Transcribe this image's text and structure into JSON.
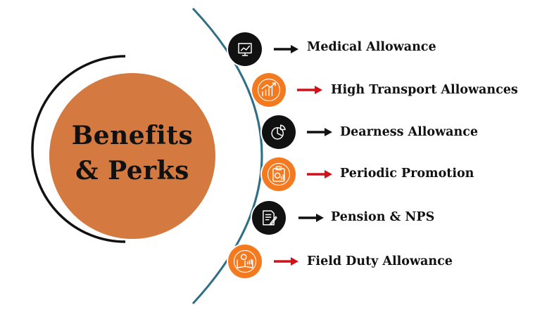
{
  "title": {
    "line1": "Benefits",
    "line2": "& Perks"
  },
  "colors": {
    "center_fill": "#D47A40",
    "center_ring": "#111111",
    "arc": "#2F6F86",
    "dark_node": "#111111",
    "orange_node": "#F47A20",
    "arrow_black": "#111111",
    "arrow_red": "#D0101A"
  },
  "items": [
    {
      "label": "Medical  Allowance",
      "icon": "presentation-chart-icon",
      "node_style": "dark",
      "arrow_color": "black"
    },
    {
      "label": "High Transport Allowances",
      "icon": "growth-chart-icon",
      "node_style": "orange",
      "arrow_color": "red"
    },
    {
      "label": "Dearness Allowance",
      "icon": "pie-chart-icon",
      "node_style": "dark",
      "arrow_color": "black"
    },
    {
      "label": "Periodic Promotion",
      "icon": "clipboard-money-icon",
      "node_style": "orange",
      "arrow_color": "red"
    },
    {
      "label": "Pension & NPS",
      "icon": "document-pen-icon",
      "node_style": "dark",
      "arrow_color": "black"
    },
    {
      "label": "Field Duty Allowance",
      "icon": "money-book-icon",
      "node_style": "orange",
      "arrow_color": "red"
    }
  ]
}
